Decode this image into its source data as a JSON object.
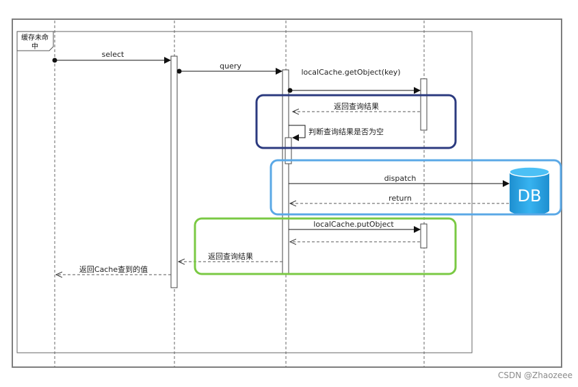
{
  "frame": {
    "title_line1": "缓存未命",
    "title_line2": "中"
  },
  "messages": {
    "select": "select",
    "query": "query",
    "get_object": "localCache.getObject(key)",
    "return_query_result": "返回查询结果",
    "check_empty": "判断查询结果是否为空",
    "dispatch": "dispatch",
    "return": "return",
    "put_object": "localCache.putObject",
    "return_query_result_2": "返回查询结果",
    "return_cache_value": "返回Cache查到的值"
  },
  "db": {
    "label": "DB"
  },
  "colors": {
    "highlight_navy": "#2b3a7f",
    "highlight_sky": "#5aa8e6",
    "highlight_green": "#7ac943",
    "db_fill": "#2aa7e8"
  },
  "watermark": "CSDN @Zhaozeee"
}
